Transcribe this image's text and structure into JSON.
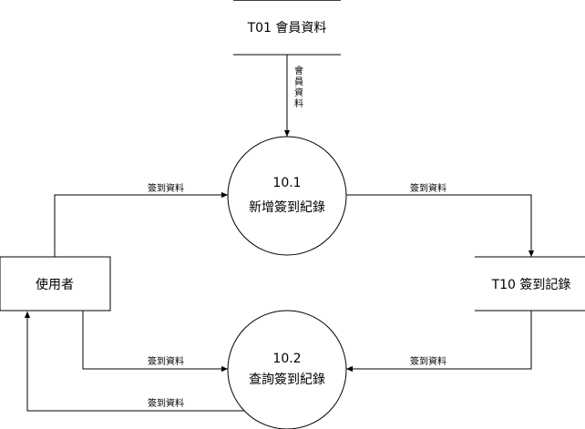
{
  "stores": {
    "t01": {
      "label": "T01 會員資料"
    },
    "t10": {
      "label": "T10 簽到記錄"
    }
  },
  "entity": {
    "label": "使用者"
  },
  "processes": {
    "p101": {
      "number": "10.1",
      "name": "新增簽到紀錄"
    },
    "p102": {
      "number": "10.2",
      "name": "查詢簽到紀錄"
    }
  },
  "flows": {
    "member_to_p101": {
      "label": "會員資料"
    },
    "user_to_p101": {
      "label": "簽到資料"
    },
    "p101_to_t10": {
      "label": "簽到資料"
    },
    "user_to_p102": {
      "label": "簽到資料"
    },
    "t10_to_p102": {
      "label": "簽到資料"
    },
    "p102_to_user": {
      "label": "簽到資料"
    }
  }
}
